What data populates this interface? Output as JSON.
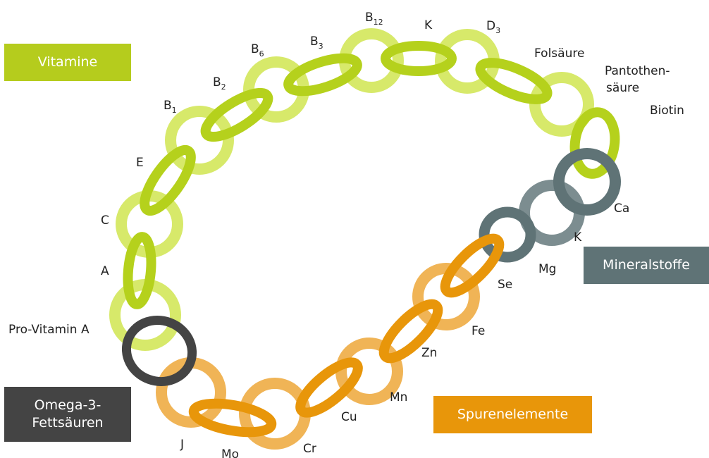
{
  "categories": {
    "vitamine": {
      "label": "Vitamine",
      "color": "#b5cc1d"
    },
    "omega": {
      "line1": "Omega-3-",
      "line2": "Fettsäuren",
      "color": "#444444"
    },
    "spuren": {
      "label": "Spurenelemente",
      "color": "#e8960a"
    },
    "mineral": {
      "label": "Mineralstoffe",
      "color": "#5f7376"
    }
  },
  "colors": {
    "vit_light": "#d7e96a",
    "vit_dark": "#b5d11c",
    "omega": "#444444",
    "trace_light": "#f0b456",
    "trace_dark": "#e8960a",
    "mineral_dark": "#5f7376",
    "mineral_light": "#7c8d90"
  },
  "links": [
    {
      "group": "omega",
      "tone": "omega",
      "label": "",
      "sub": ""
    },
    {
      "group": "vitamine",
      "tone": "light",
      "label": "Pro-Vitamin A",
      "sub": ""
    },
    {
      "group": "vitamine",
      "tone": "dark",
      "label": "A",
      "sub": ""
    },
    {
      "group": "vitamine",
      "tone": "light",
      "label": "C",
      "sub": ""
    },
    {
      "group": "vitamine",
      "tone": "dark",
      "label": "E",
      "sub": ""
    },
    {
      "group": "vitamine",
      "tone": "light",
      "label": "B",
      "sub": "1"
    },
    {
      "group": "vitamine",
      "tone": "dark",
      "label": "B",
      "sub": "2"
    },
    {
      "group": "vitamine",
      "tone": "light",
      "label": "B",
      "sub": "6"
    },
    {
      "group": "vitamine",
      "tone": "dark",
      "label": "B",
      "sub": "3"
    },
    {
      "group": "vitamine",
      "tone": "light",
      "label": "B",
      "sub": "12"
    },
    {
      "group": "vitamine",
      "tone": "dark",
      "label": "K",
      "sub": ""
    },
    {
      "group": "vitamine",
      "tone": "light",
      "label": "D",
      "sub": "3"
    },
    {
      "group": "vitamine",
      "tone": "dark",
      "label": "Folsäure",
      "sub": ""
    },
    {
      "group": "vitamine",
      "tone": "light",
      "label": "Pantothen-",
      "label2": "säure",
      "sub": ""
    },
    {
      "group": "vitamine",
      "tone": "dark",
      "label": "Biotin",
      "sub": ""
    },
    {
      "group": "mineral",
      "tone": "dark",
      "label": "Ca",
      "sub": ""
    },
    {
      "group": "mineral",
      "tone": "light",
      "label": "K",
      "sub": ""
    },
    {
      "group": "mineral",
      "tone": "dark",
      "label": "Mg",
      "sub": ""
    },
    {
      "group": "spuren",
      "tone": "dark",
      "label": "Se",
      "sub": ""
    },
    {
      "group": "spuren",
      "tone": "light",
      "label": "Fe",
      "sub": ""
    },
    {
      "group": "spuren",
      "tone": "dark",
      "label": "Zn",
      "sub": ""
    },
    {
      "group": "spuren",
      "tone": "light",
      "label": "Mn",
      "sub": ""
    },
    {
      "group": "spuren",
      "tone": "dark",
      "label": "Cu",
      "sub": ""
    },
    {
      "group": "spuren",
      "tone": "light",
      "label": "Cr",
      "sub": ""
    },
    {
      "group": "spuren",
      "tone": "dark",
      "label": "Mo",
      "sub": ""
    },
    {
      "group": "spuren",
      "tone": "light",
      "label": "J",
      "sub": ""
    }
  ]
}
